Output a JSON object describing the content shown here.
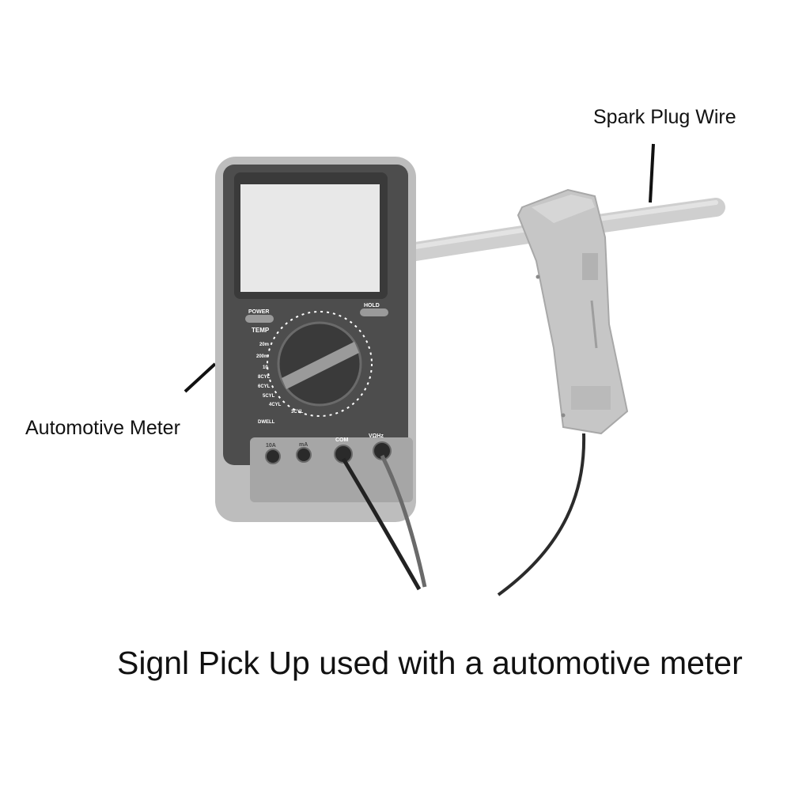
{
  "labels": {
    "spark_plug_wire": "Spark Plug Wire",
    "automotive_meter": "Automotive Meter"
  },
  "caption": "Signl Pick Up used with a automotive meter",
  "meter": {
    "power_button": "POWER",
    "hold_button": "HOLD",
    "temp_label": "TEMP",
    "jack_10a": "10A",
    "jack_ma": "mA",
    "jack_com": "COM",
    "jack_v": "VΩHz",
    "dwell_label": "DWELL",
    "range_labels": [
      "20m",
      "200m",
      "10",
      "8CYL",
      "6CYL",
      "5CYL",
      "4CYL",
      "3CYL"
    ]
  }
}
